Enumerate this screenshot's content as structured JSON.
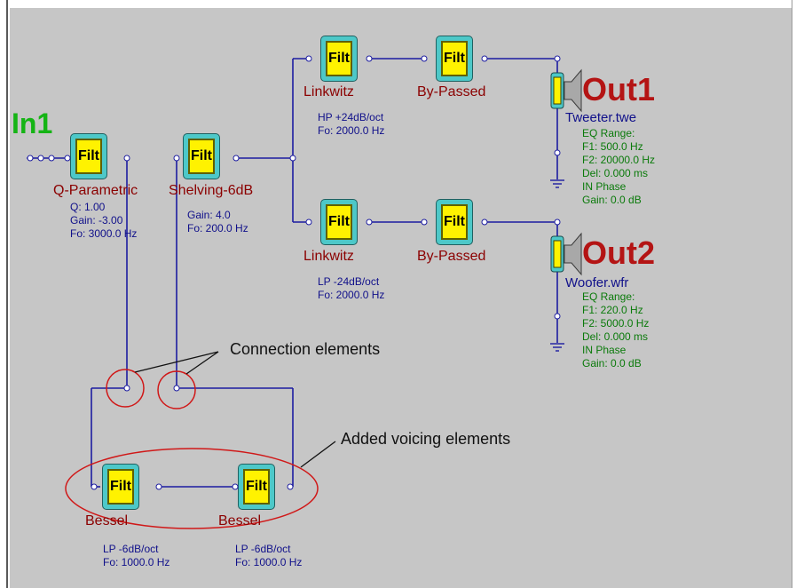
{
  "input": {
    "label": "In1"
  },
  "filter_glyph": "Filt",
  "filters": {
    "q_parametric": {
      "name": "Q-Parametric",
      "params": "Q: 1.00\nGain: -3.00\nFo: 3000.0 Hz"
    },
    "shelving": {
      "name": "Shelving-6dB",
      "params": "Gain: 4.0\nFo: 200.0 Hz"
    },
    "hp_linkwitz": {
      "name": "Linkwitz",
      "params": "HP +24dB/oct\nFo: 2000.0 Hz"
    },
    "hp_bypassed": {
      "name": "By-Passed"
    },
    "lp_linkwitz": {
      "name": "Linkwitz",
      "params": "LP -24dB/oct\nFo: 2000.0 Hz"
    },
    "lp_bypassed": {
      "name": "By-Passed"
    },
    "bessel_1": {
      "name": "Bessel",
      "params": "LP -6dB/oct\nFo: 1000.0 Hz"
    },
    "bessel_2": {
      "name": "Bessel",
      "params": "LP -6dB/oct\nFo: 1000.0 Hz"
    }
  },
  "outputs": {
    "out1": {
      "label": "Out1",
      "driver": "Tweeter.twe",
      "settings": "EQ Range:\nF1: 500.0 Hz\nF2: 20000.0 Hz\nDel: 0.000 ms\nIN Phase\nGain: 0.0 dB"
    },
    "out2": {
      "label": "Out2",
      "driver": "Woofer.wfr",
      "settings": "EQ Range:\nF1: 220.0 Hz\nF2: 5000.0 Hz\nDel: 0.000 ms\nIN Phase\nGain: 0.0 dB"
    }
  },
  "annotations": {
    "connection": "Connection elements",
    "voicing": "Added voicing elements"
  },
  "colors": {
    "background": "#c6c6c6",
    "wire": "#1c1ca0",
    "filter_yellow": "#fff200",
    "filter_teal": "#4dc8c8",
    "annotation_red": "#d01818",
    "output_label": "#b41414",
    "input_label": "#15b415"
  }
}
